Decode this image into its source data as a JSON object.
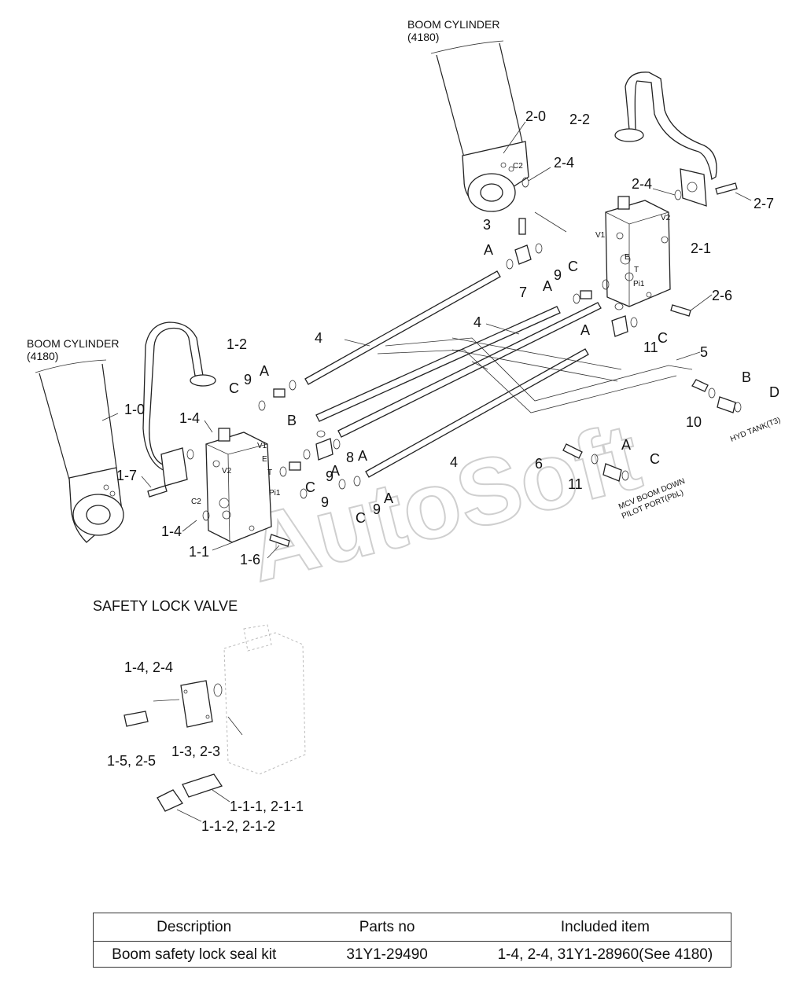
{
  "callouts": {
    "boom_cylinder_right_title": "BOOM CYLINDER",
    "boom_cylinder_right_code": "(4180)",
    "boom_cylinder_left_title": "BOOM CYLINDER",
    "boom_cylinder_left_code": "(4180)",
    "p_2_0": "2-0",
    "p_2_2": "2-2",
    "p_2_4a": "2-4",
    "p_2_4b": "2-4",
    "p_2_7": "2-7",
    "p_2_1": "2-1",
    "p_2_6": "2-6",
    "p_3": "3",
    "p_7": "7",
    "p_4a": "4",
    "p_4b": "4",
    "p_4c": "4",
    "p_5": "5",
    "p_6": "6",
    "p_8": "8",
    "p_10": "10",
    "p_11a": "11",
    "p_11b": "11",
    "p_1_0": "1-0",
    "p_1_2": "1-2",
    "p_1_4a": "1-4",
    "p_1_4b": "1-4",
    "p_1_7": "1-7",
    "p_1_1": "1-1",
    "p_1_6": "1-6",
    "p_9a": "9",
    "p_9b": "9",
    "p_9c": "9",
    "p_9d": "9",
    "p_9e": "9",
    "l_A1": "A",
    "l_A2": "A",
    "l_A3": "A",
    "l_A4": "A",
    "l_A5": "A",
    "l_A6": "A",
    "l_A7": "A",
    "l_A8": "A",
    "l_B1": "B",
    "l_B2": "B",
    "l_C1": "C",
    "l_C2": "C",
    "l_C3": "C",
    "l_C4": "C",
    "l_C5": "C",
    "l_C6": "C",
    "l_D": "D",
    "port_C2_right": "C2",
    "port_V1_right": "V1",
    "port_V2_right": "V2",
    "port_E_right": "E",
    "port_T_right": "T",
    "port_Pi1_right": "Pi1",
    "port_C2_left": "C2",
    "port_V1_left": "V1",
    "port_V2_left": "V2",
    "port_E_left": "E",
    "port_T_left": "T",
    "port_Pi1_left": "Pi1",
    "hyd_tank": "HYD TANK(T3)",
    "mcv_line1": "MCV BOOM DOWN",
    "mcv_line2": "PILOT PORT(PbL)",
    "watermark": "AutoSoft"
  },
  "safety_lock": {
    "title": "SAFETY LOCK VALVE",
    "l_1_4_2_4": "1-4, 2-4",
    "l_1_5_2_5": "1-5, 2-5",
    "l_1_3_2_3": "1-3, 2-3",
    "l_1_1_1": "1-1-1, 2-1-1",
    "l_1_1_2": "1-1-2, 2-1-2"
  },
  "kit_table": {
    "headers": [
      "Description",
      "Parts no",
      "Included item"
    ],
    "rows": [
      [
        "Boom safety lock seal kit",
        "31Y1-29490",
        "1-4, 2-4, 31Y1-28960(See 4180)"
      ]
    ]
  }
}
